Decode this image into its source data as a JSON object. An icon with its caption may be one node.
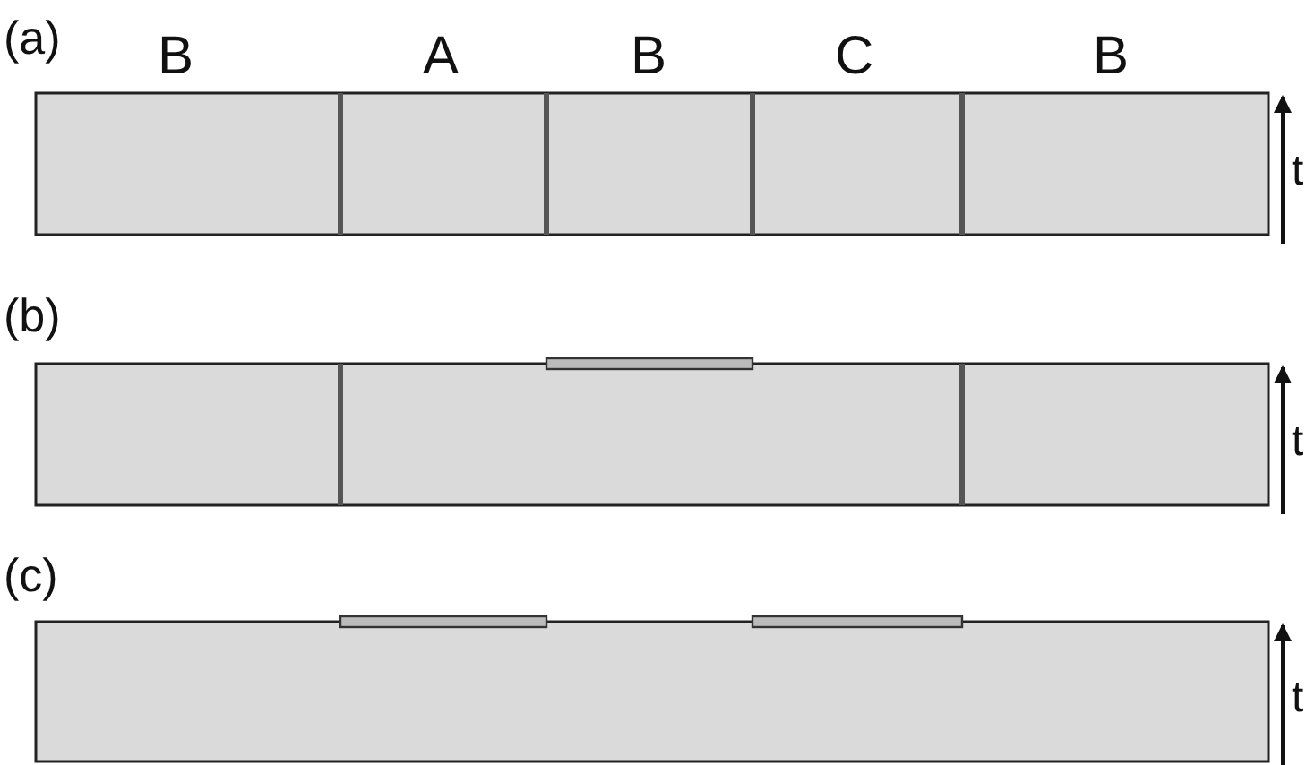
{
  "diagram": {
    "labels": [
      "(a)",
      "B",
      "A",
      "B",
      "C",
      "B",
      "t",
      "(b)",
      "t",
      "(c)",
      "t"
    ]
  }
}
